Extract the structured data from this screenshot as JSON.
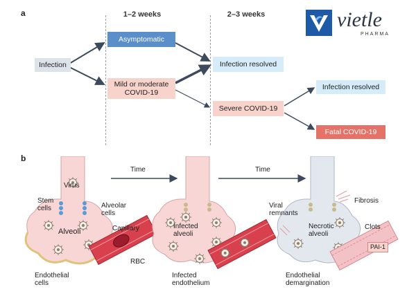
{
  "panel_a": {
    "letter": "a",
    "col1": "1–2 weeks",
    "col2": "2–3 weeks",
    "infection": "Infection",
    "asymptomatic": "Asymptomatic",
    "mild": "Mild or moderate COVID-19",
    "resolved1": "Infection resolved",
    "severe": "Severe COVID-19",
    "resolved2": "Infection resolved",
    "fatal": "Fatal COVID-19"
  },
  "logo": {
    "name": "vietle",
    "sub": "PHARMA"
  },
  "panel_b": {
    "letter": "b",
    "time1": "Time",
    "time2": "Time",
    "virus": "Virus",
    "stem_cells": "Stem cells",
    "alveolar_cells": "Alveolar cells",
    "alveoli": "Alveoli",
    "capillary": "Capillary",
    "rbc": "RBC",
    "endothelial": "Endothelial cells",
    "infected_alveoli": "Infected alveoli",
    "infected_endo": "Infected endothelium",
    "viral_remnants": "Viral remnants",
    "fibrosis": "Fibrosis",
    "necrotic": "Necrotic alveoli",
    "clots": "Clots",
    "pai": "PAI-1",
    "demargination": "Endothelial demargination"
  },
  "colors": {
    "blue": "#5b8fc9",
    "light_blue": "#d6ecf8",
    "pink": "#f7d3cc",
    "red": "#e47269",
    "gray": "#dde3ea"
  }
}
